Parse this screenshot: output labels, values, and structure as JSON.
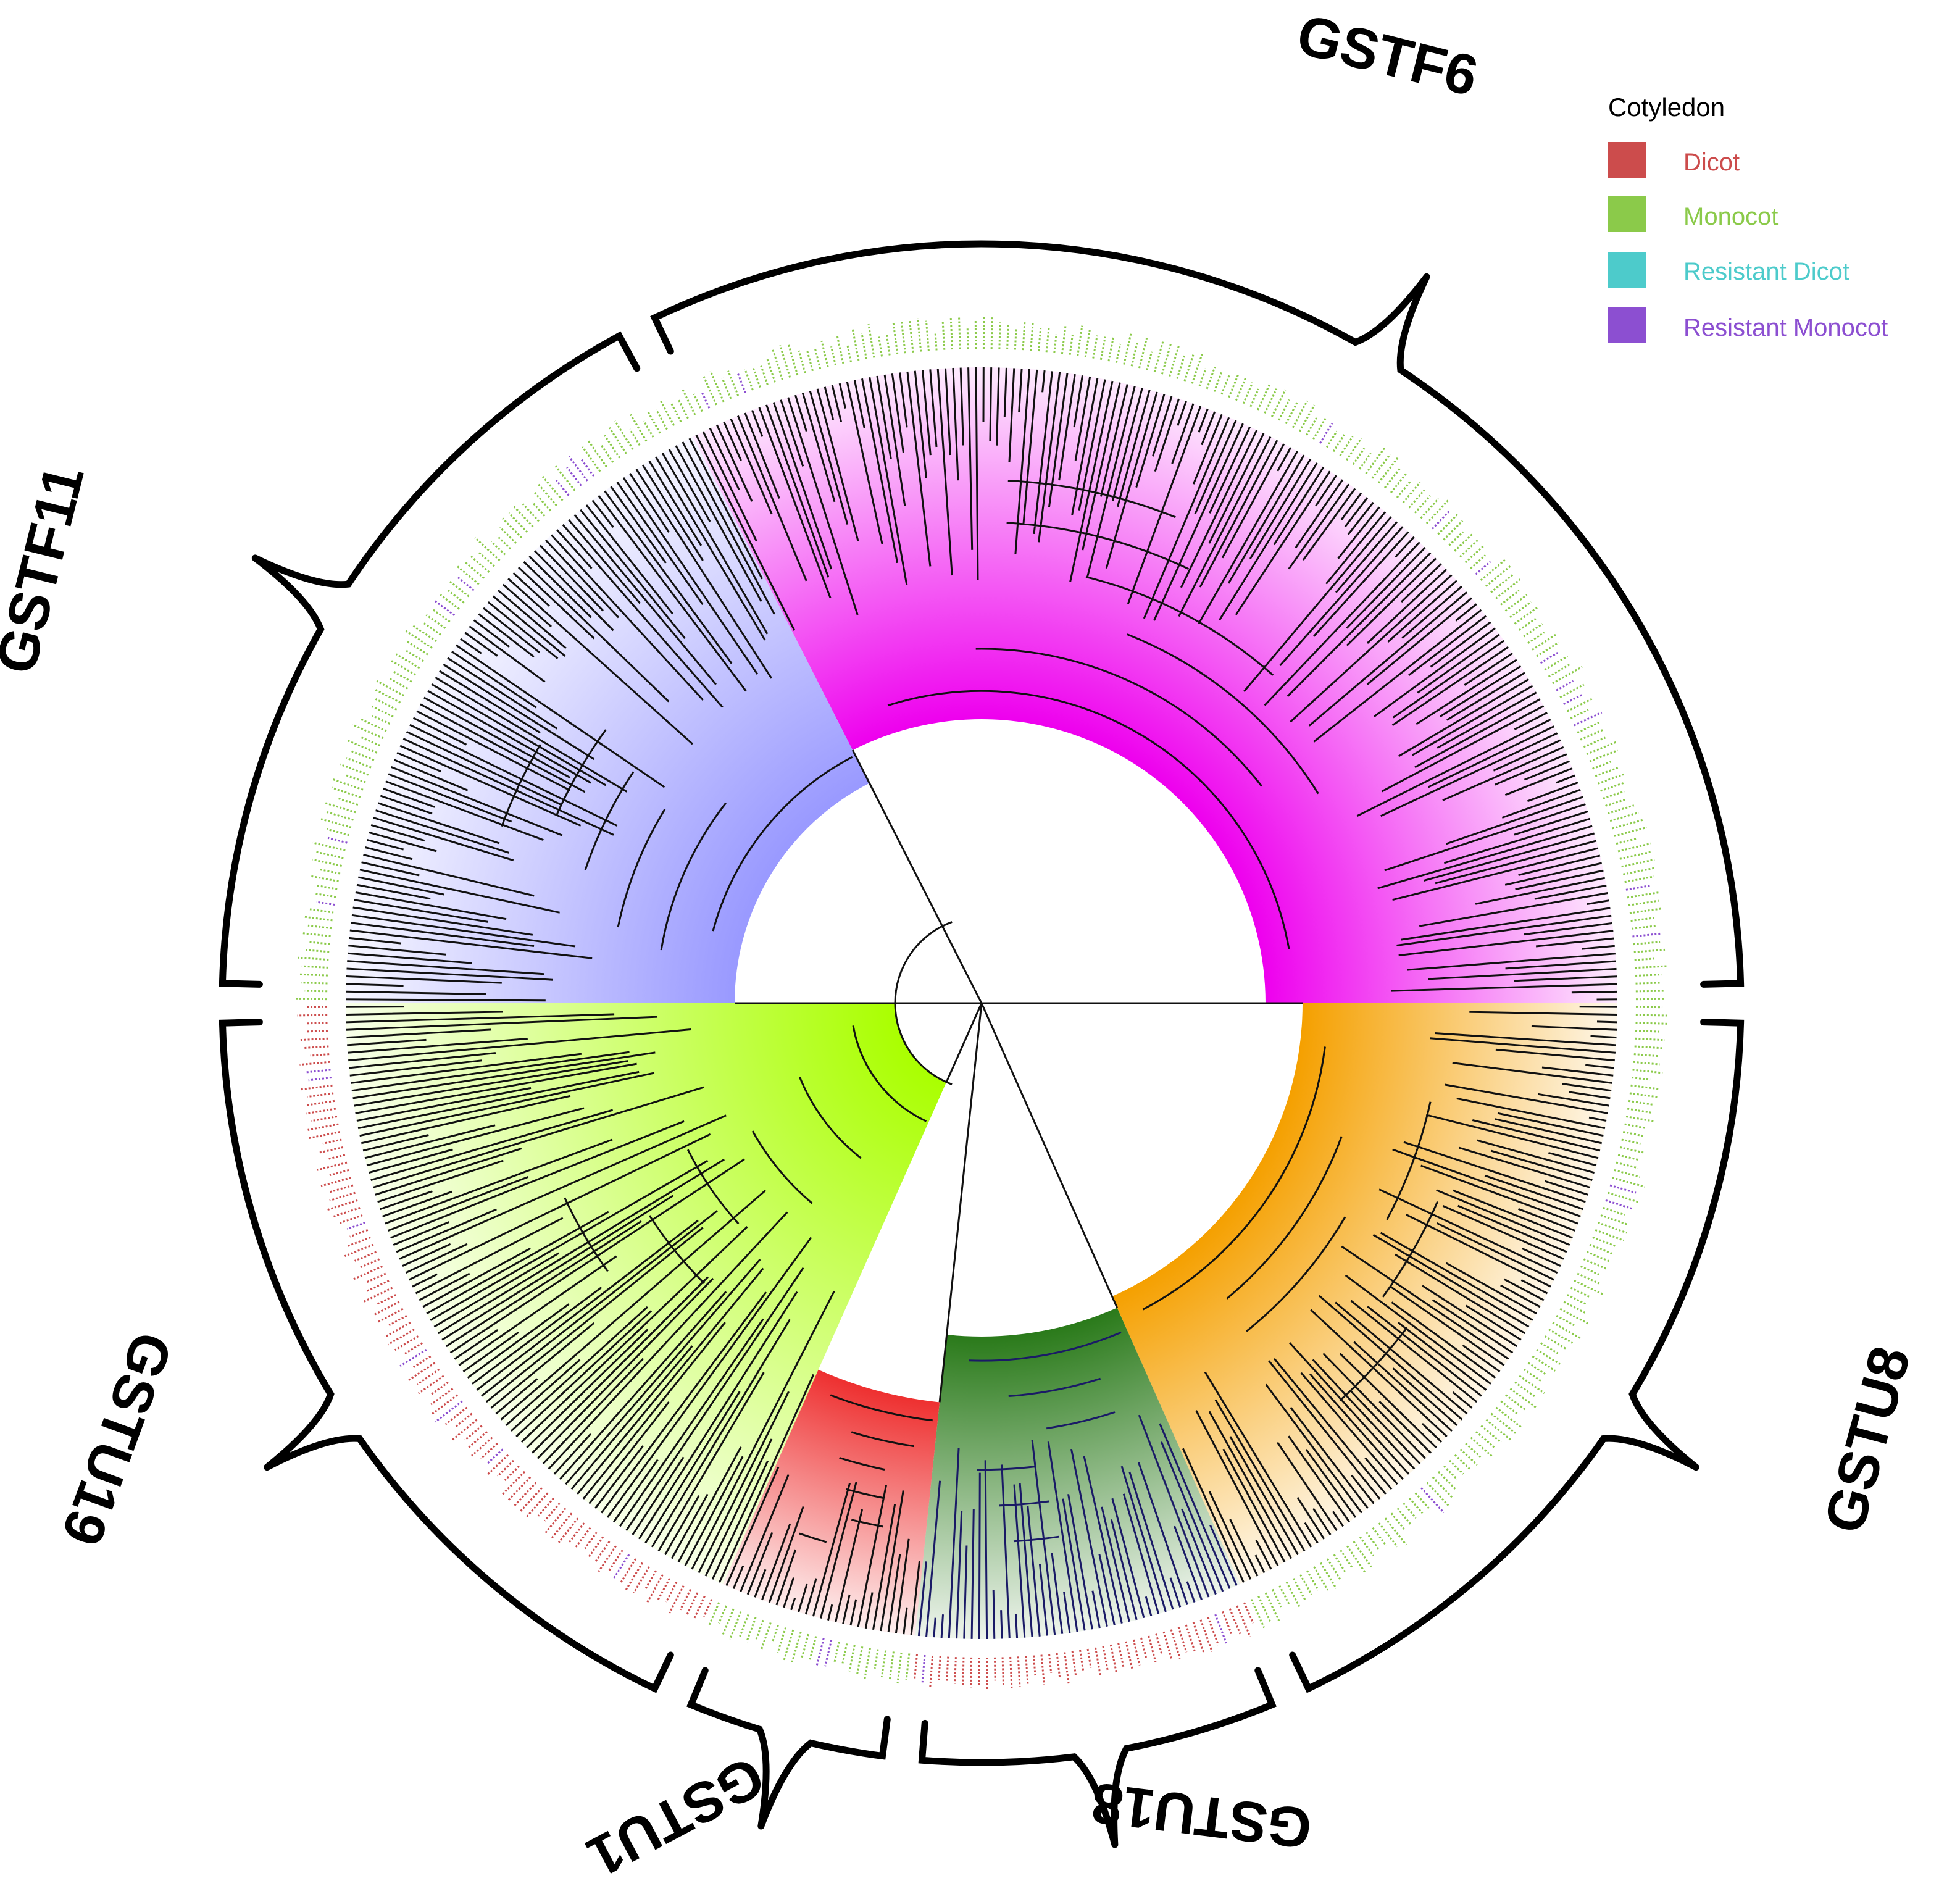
{
  "legend": {
    "title": "Cotyledon",
    "items": [
      {
        "label": "Dicot",
        "color": "#cc4c4c"
      },
      {
        "label": "Monocot",
        "color": "#8bca4a"
      },
      {
        "label": "Resistant Dicot",
        "color": "#4dcbcb"
      },
      {
        "label": "Resistant Monocot",
        "color": "#8c4fd1"
      }
    ]
  },
  "clades": [
    {
      "name": "GSTF6",
      "color": "#ee00ee",
      "tip_color": "#8bca4a"
    },
    {
      "name": "GSTU8",
      "color": "#f5a000",
      "tip_color": "#8bca4a"
    },
    {
      "name": "GSTU18",
      "color": "#2a7a1a",
      "tip_color": "#cc4c4c"
    },
    {
      "name": "GSTU1",
      "color": "#ee3030",
      "tip_color": "#8bca4a"
    },
    {
      "name": "GSTU19",
      "color": "#aaff00",
      "tip_color": "#cc4c4c"
    },
    {
      "name": "GSTF11",
      "color": "#9999ff",
      "tip_color": "#8bca4a"
    }
  ]
}
